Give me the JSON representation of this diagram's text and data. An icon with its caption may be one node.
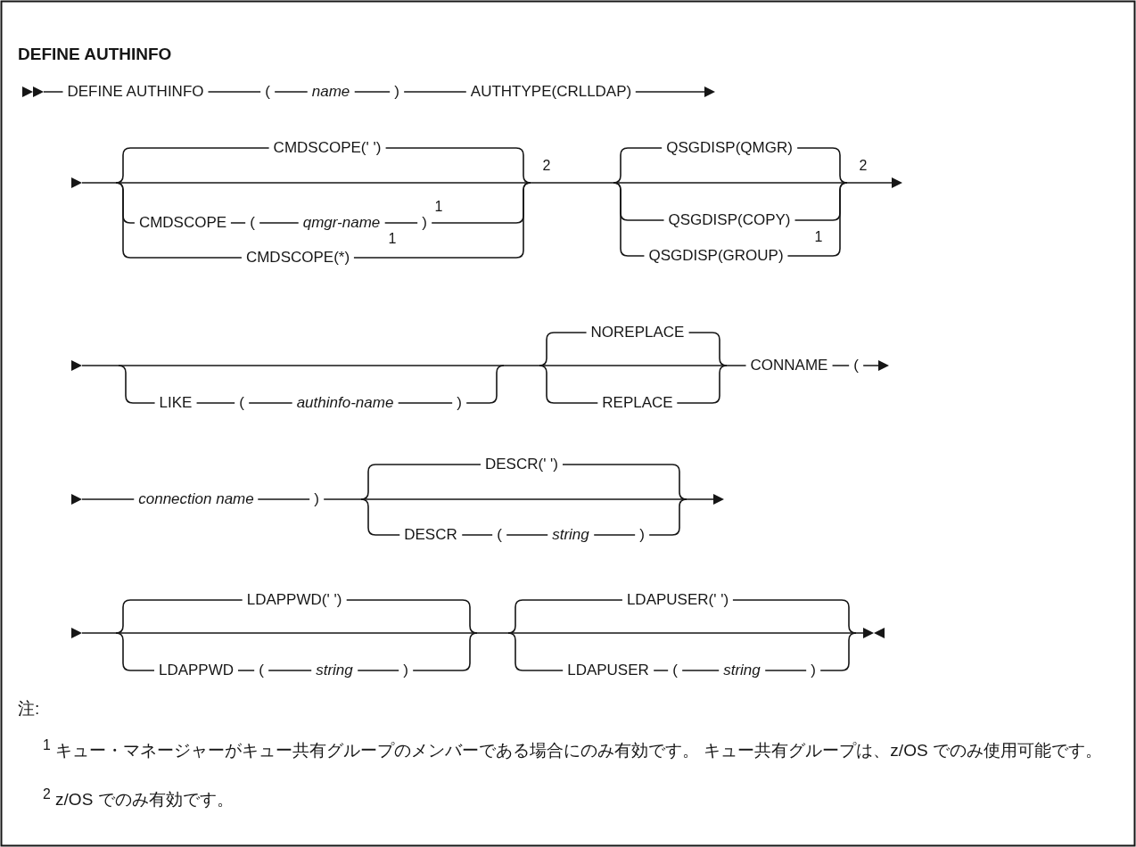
{
  "diagram": {
    "title": "DEFINE AUTHINFO",
    "labels": [
      "DEFINE AUTHINFO",
      "(",
      "name",
      ")",
      "AUTHTYPE(CRLLDAP)",
      "CMDSCOPE(' ')",
      "2",
      "QSGDISP(QMGR)",
      "2",
      "CMDSCOPE",
      "(",
      "qmgr-name",
      ")",
      "1",
      "QSGDISP(COPY)",
      "CMDSCOPE(*)",
      "1",
      "QSGDISP(GROUP)",
      "1",
      "NOREPLACE",
      "CONNAME",
      "(",
      "LIKE",
      "(",
      "authinfo-name",
      ")",
      "REPLACE",
      "DESCR(' ')",
      "connection name",
      ")",
      "DESCR",
      "(",
      "string",
      ")",
      "LDAPPWD(' ')",
      "LDAPUSER(' ')",
      "LDAPPWD",
      "(",
      "string",
      ")",
      "LDAPUSER",
      "(",
      "string",
      ")",
      "注:",
      "$^{1}$ キュー・マネージャーがキュー共有グループのメンバーである場合にのみ有効です。 キュー共有グループは、z/OS でのみ使用可能です。",
      "$^{2}$ z/OS でのみ有効です。"
    ]
  }
}
